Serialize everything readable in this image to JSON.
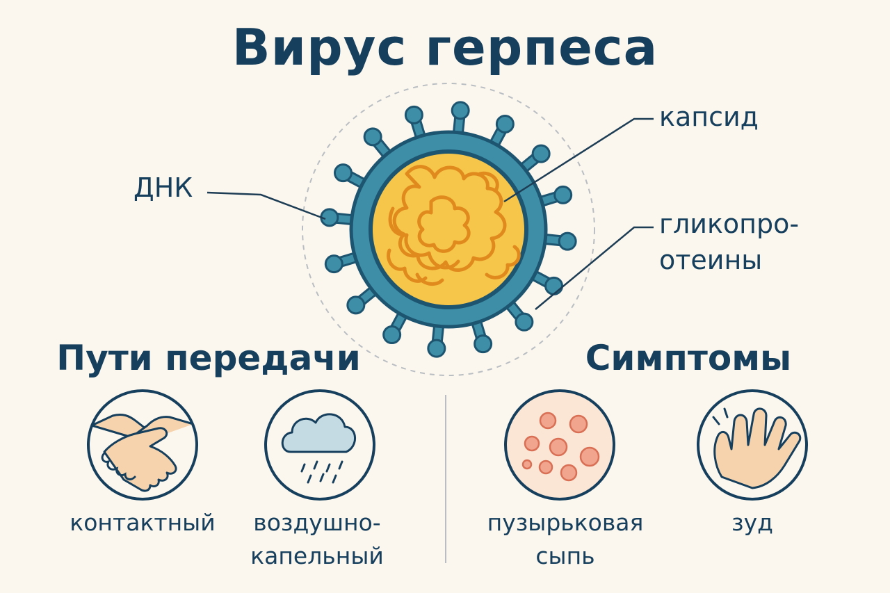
{
  "title": "Вирус герпеса",
  "virus": {
    "labels": {
      "dna": "ДНК",
      "capsid": "капсид",
      "glycoproteins_line1": "гликопро-",
      "glycoproteins_line2": "отеины"
    }
  },
  "transmission": {
    "heading": "Пути передачи",
    "items": [
      {
        "icon": "handshake-icon",
        "line1": "контактный",
        "line2": ""
      },
      {
        "icon": "rain-cloud-icon",
        "line1": "воздушно-",
        "line2": "капельный"
      }
    ]
  },
  "symptoms": {
    "heading": "Симптомы",
    "items": [
      {
        "icon": "blister-rash-icon",
        "line1": "пузырьковая",
        "line2": "сыпь"
      },
      {
        "icon": "itching-hand-icon",
        "line1": "зуд",
        "line2": ""
      }
    ]
  },
  "colors": {
    "background": "#fbf6ee",
    "text": "#153f5c",
    "capsid": "#3d8ea6",
    "capsid_dark": "#1d5470",
    "core": "#f6c64a",
    "dna": "#e08a1e",
    "skin": "#f6d3ad",
    "rash": "#f1a58e"
  }
}
